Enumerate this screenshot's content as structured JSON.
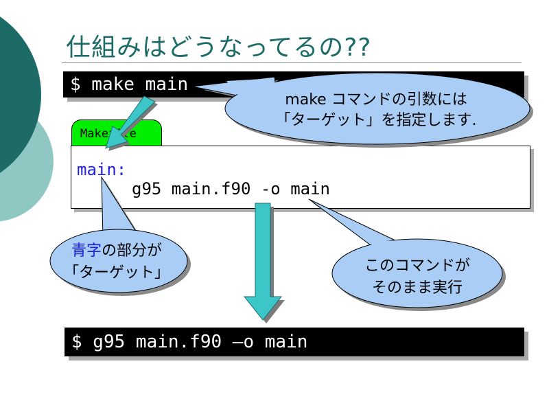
{
  "slide": {
    "title": "仕組みはどうなってるの??"
  },
  "terminal_top": {
    "command": "$ make main"
  },
  "makefile": {
    "tab_label": "Makefile",
    "target": "main:",
    "command": "g95 main.f90 -o main"
  },
  "callouts": {
    "make_args_line1": "make コマンドの引数には",
    "make_args_line2": "「ターゲット」を指定します.",
    "target_part1": "青字",
    "target_part2": "の部分が",
    "target_line2": "「ターゲット」",
    "exec_line1": "このコマンドが",
    "exec_line2": "そのまま実行"
  },
  "terminal_bottom": {
    "command": "$ g95 main.f90 –o main"
  },
  "colors": {
    "title": "#1c6b66",
    "deco_dark": "#1c6b66",
    "deco_light": "#8fc7c3",
    "callout_fill": "#a9cdf5",
    "arrow_fill": "#3cc6c8",
    "tab_fill": "#00ee00",
    "target_text": "#1f1fe0"
  }
}
